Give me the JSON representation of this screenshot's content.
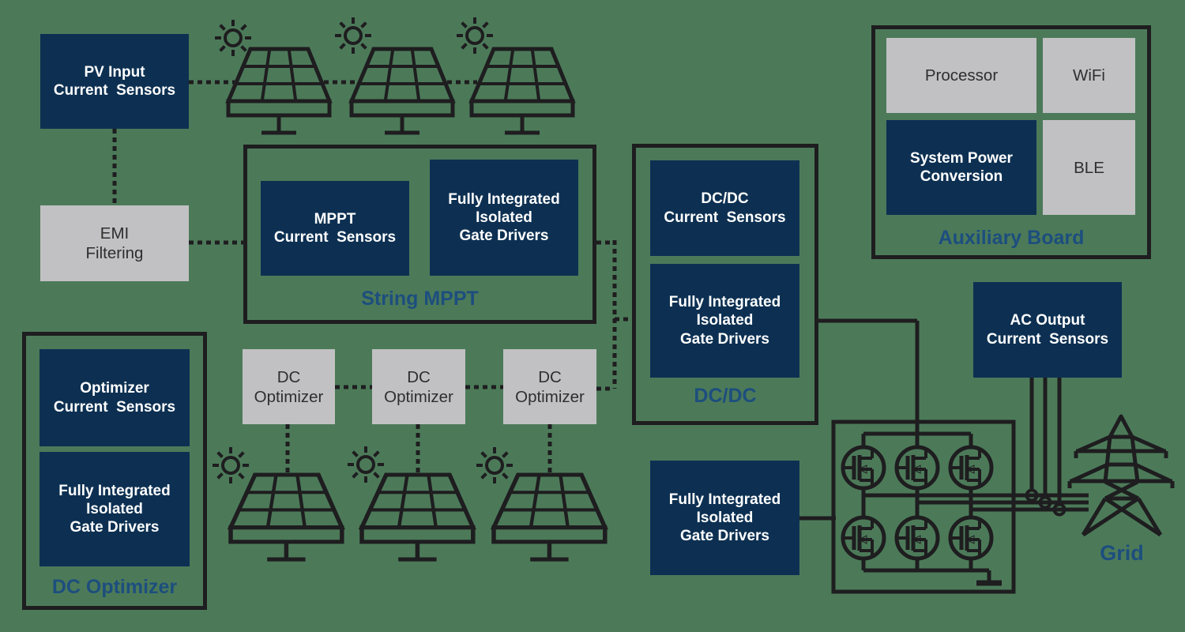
{
  "colors": {
    "background": "#4c7a59",
    "navy_box": "#0d3052",
    "gray_box": "#c1c1c3",
    "line": "#1e1d1f",
    "label_blue": "#1d4e7e",
    "box_text_white": "#ffffff",
    "box_text_dark": "#2e2e2e"
  },
  "blocks": {
    "pv_input": "PV Input\nCurrent  Sensors",
    "emi": "EMI\nFiltering",
    "mppt_cs": "MPPT\nCurrent  Sensors",
    "gate_drivers": "Fully Integrated\nIsolated\nGate Drivers",
    "string_mppt": "String MPPT",
    "optimizer_cs": "Optimizer\nCurrent  Sensors",
    "dc_optimizer": "DC Optimizer",
    "dc_optimizer_unit": "DC\nOptimizer",
    "dcdc_cs": "DC/DC\nCurrent  Sensors",
    "dcdc": "DC/DC",
    "processor": "Processor",
    "wifi": "WiFi",
    "system_power": "System Power\nConversion",
    "ble": "BLE",
    "auxiliary_board": "Auxiliary Board",
    "ac_output": "AC Output\nCurrent  Sensors",
    "grid": "Grid"
  }
}
